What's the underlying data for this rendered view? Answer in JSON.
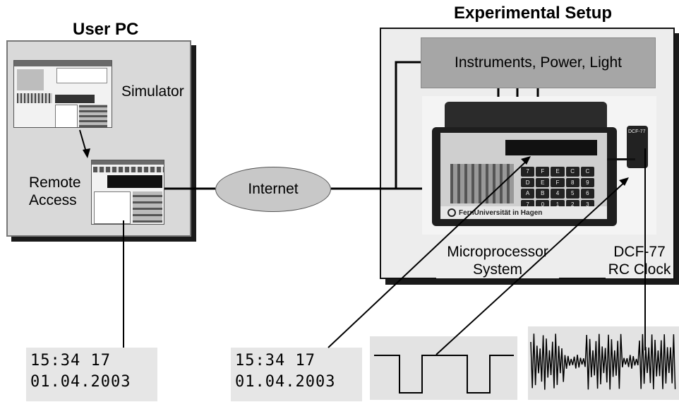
{
  "user_pc": {
    "title": "User PC",
    "simulator_label": "Simulator",
    "remote_label_line1": "Remote",
    "remote_label_line2": "Access"
  },
  "internet": {
    "label": "Internet"
  },
  "setup": {
    "title": "Experimental Setup",
    "instruments_label": "Instruments, Power, Light",
    "micro_line1": "Microprocessor",
    "micro_line2": "System",
    "dcf_line1": "DCF-77",
    "dcf_line2": "RC Clock"
  },
  "displays": [
    {
      "time": "15:34 17",
      "date": "01.04.2003"
    },
    {
      "time": "15:34 17",
      "date": "01.04.2003"
    }
  ],
  "device": {
    "keypad": [
      "7",
      "F",
      "E",
      "C",
      "C",
      "D",
      "E",
      "F",
      "8",
      "9",
      "A",
      "B",
      "4",
      "5",
      "6",
      "7",
      "0",
      "1",
      "2",
      "3"
    ],
    "university_label": "FernUniversität in Hagen",
    "dcf_module_label": "DCF-77"
  },
  "colors": {
    "panel": "#d9d9d9",
    "instruments": "#a6a6a6",
    "cloud": "#c8c8c8",
    "shadow": "#1a1a1a"
  }
}
